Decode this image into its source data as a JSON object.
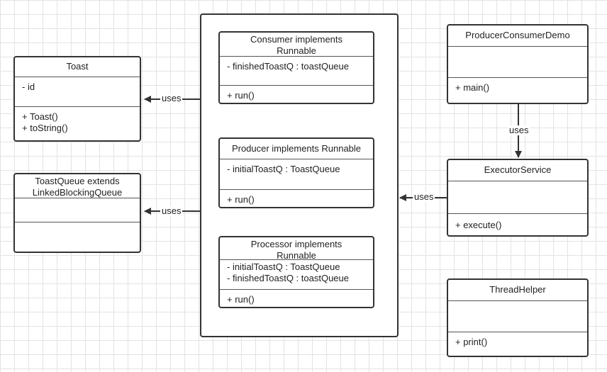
{
  "classes": {
    "toast": {
      "name": "Toast",
      "attrs": [
        "- id"
      ],
      "ops": [
        "+ Toast()",
        "+ toString()"
      ]
    },
    "toast_queue": {
      "name": [
        "ToastQueue extends",
        "LinkedBlockingQueue"
      ],
      "attrs": [],
      "ops": []
    },
    "consumer": {
      "name": [
        "Consumer implements",
        "Runnable"
      ],
      "attrs": [
        "- finishedToastQ : toastQueue"
      ],
      "ops": [
        "+ run()"
      ]
    },
    "producer": {
      "name": "Producer implements Runnable",
      "attrs": [
        "- initialToastQ : ToastQueue"
      ],
      "ops": [
        "+ run()"
      ]
    },
    "processor": {
      "name": [
        "Processor implements",
        "Runnable"
      ],
      "attrs": [
        "- initialToastQ : ToastQueue",
        "- finishedToastQ : toastQueue"
      ],
      "ops": [
        "+ run()"
      ]
    },
    "producer_consumer_demo": {
      "name": "ProducerConsumerDemo",
      "attrs": [],
      "ops": [
        "+ main()"
      ]
    },
    "executor_service": {
      "name": "ExecutorService",
      "attrs": [],
      "ops": [
        "+ execute()"
      ]
    },
    "thread_helper": {
      "name": "ThreadHelper",
      "attrs": [],
      "ops": [
        "+ print()"
      ]
    }
  },
  "relations": {
    "container_to_toast": "uses",
    "container_to_toast_queue": "uses",
    "demo_to_executor": "uses",
    "executor_to_container": "uses"
  }
}
